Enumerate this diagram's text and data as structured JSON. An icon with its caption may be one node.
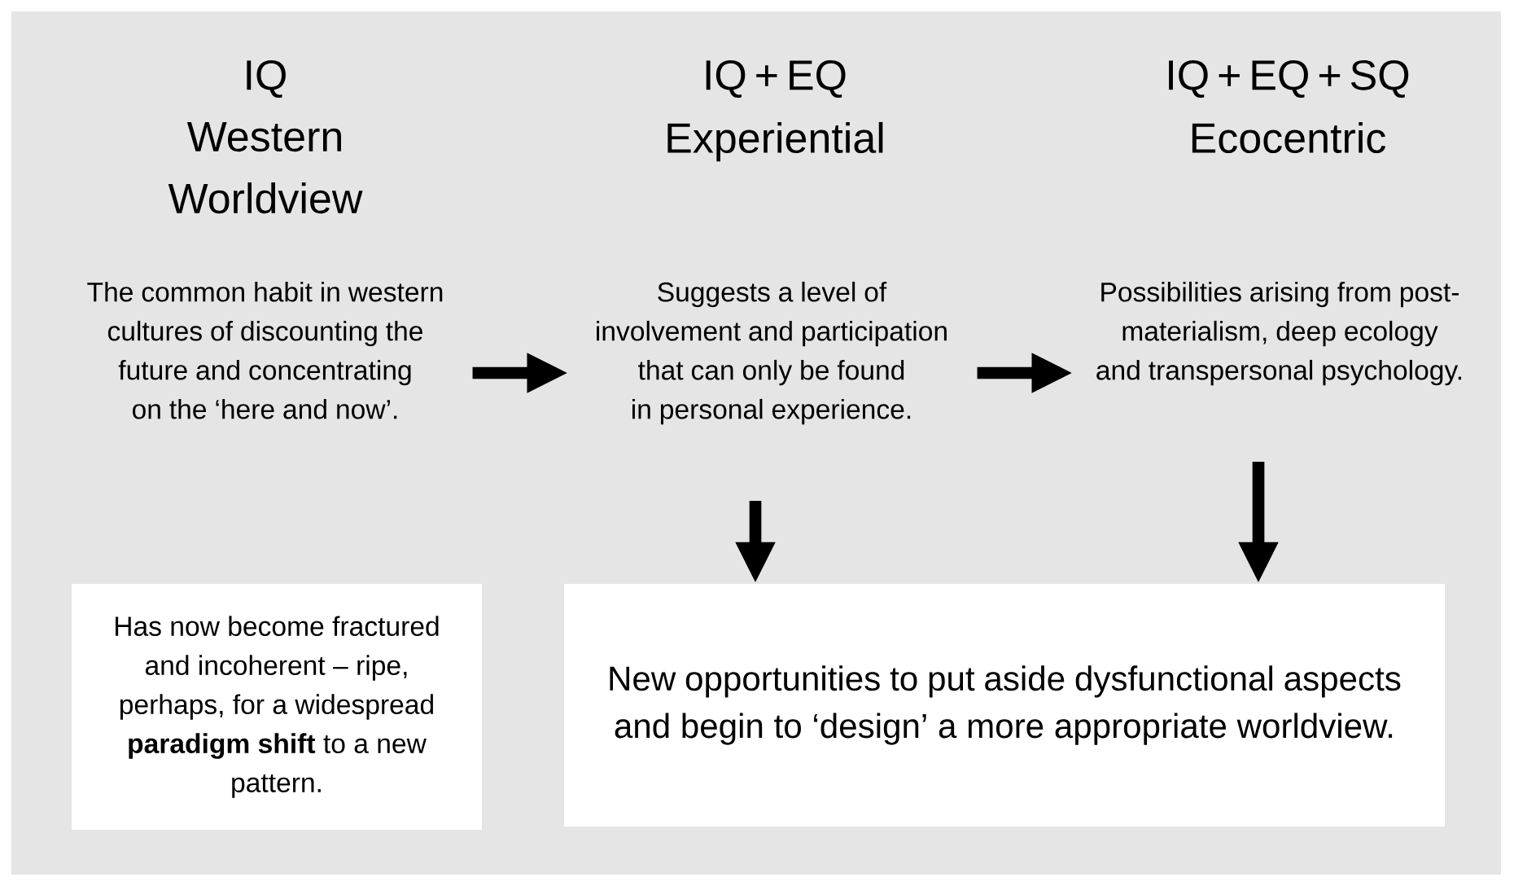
{
  "diagram": {
    "nodes": [
      {
        "text": [
          "IQ",
          "Western Worldview",
          "The common habit in western cultures of discounting the future and concentrating on the ‘here and now’."
        ]
      },
      {
        "text": [
          "IQ + EQ",
          "Experiential",
          "Suggests a level of involvement and participation that can only be found in personal experience."
        ]
      },
      {
        "text": [
          "IQ + EQ + SQ",
          "Ecocentric",
          "Possibilities arising from post-materialism, deep ecology and transpersonal psychology."
        ]
      },
      {
        "text": [
          "Has now become fractured and incoherent – ripe, perhaps, for a widespread **paradigm shift** to a new pattern."
        ]
      },
      {
        "text": [
          "New opportunities to put aside dysfunctional aspects and begin to ‘design’ a more appropriate worldview."
        ]
      }
    ],
    "edges": [
      {
        "from": 0,
        "to": 1,
        "arrow": "to"
      },
      {
        "from": 1,
        "to": 2,
        "arrow": "to"
      },
      {
        "from": 1,
        "to": 4,
        "arrow": "to"
      },
      {
        "from": 2,
        "to": 4,
        "arrow": "to"
      }
    ]
  }
}
